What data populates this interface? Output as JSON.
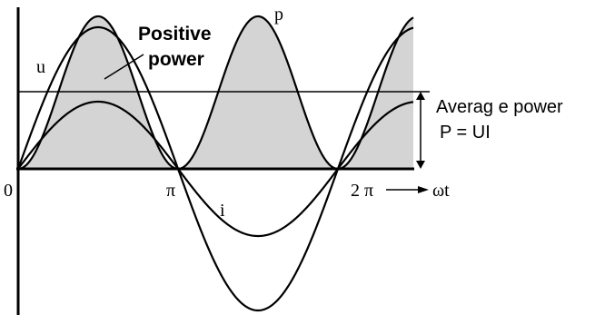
{
  "labels": {
    "positive_power": [
      "Positive",
      "power"
    ],
    "average_power": "Averag e power",
    "formula": "P = UI",
    "origin": "0",
    "pi": "π",
    "two_pi": "2 π",
    "omega_t": "ωt",
    "u": "u",
    "i": "i",
    "p": "p"
  },
  "colors": {
    "positive_area_fill": "#d4d4d4",
    "line": "#000000",
    "background": "#ffffff"
  }
}
